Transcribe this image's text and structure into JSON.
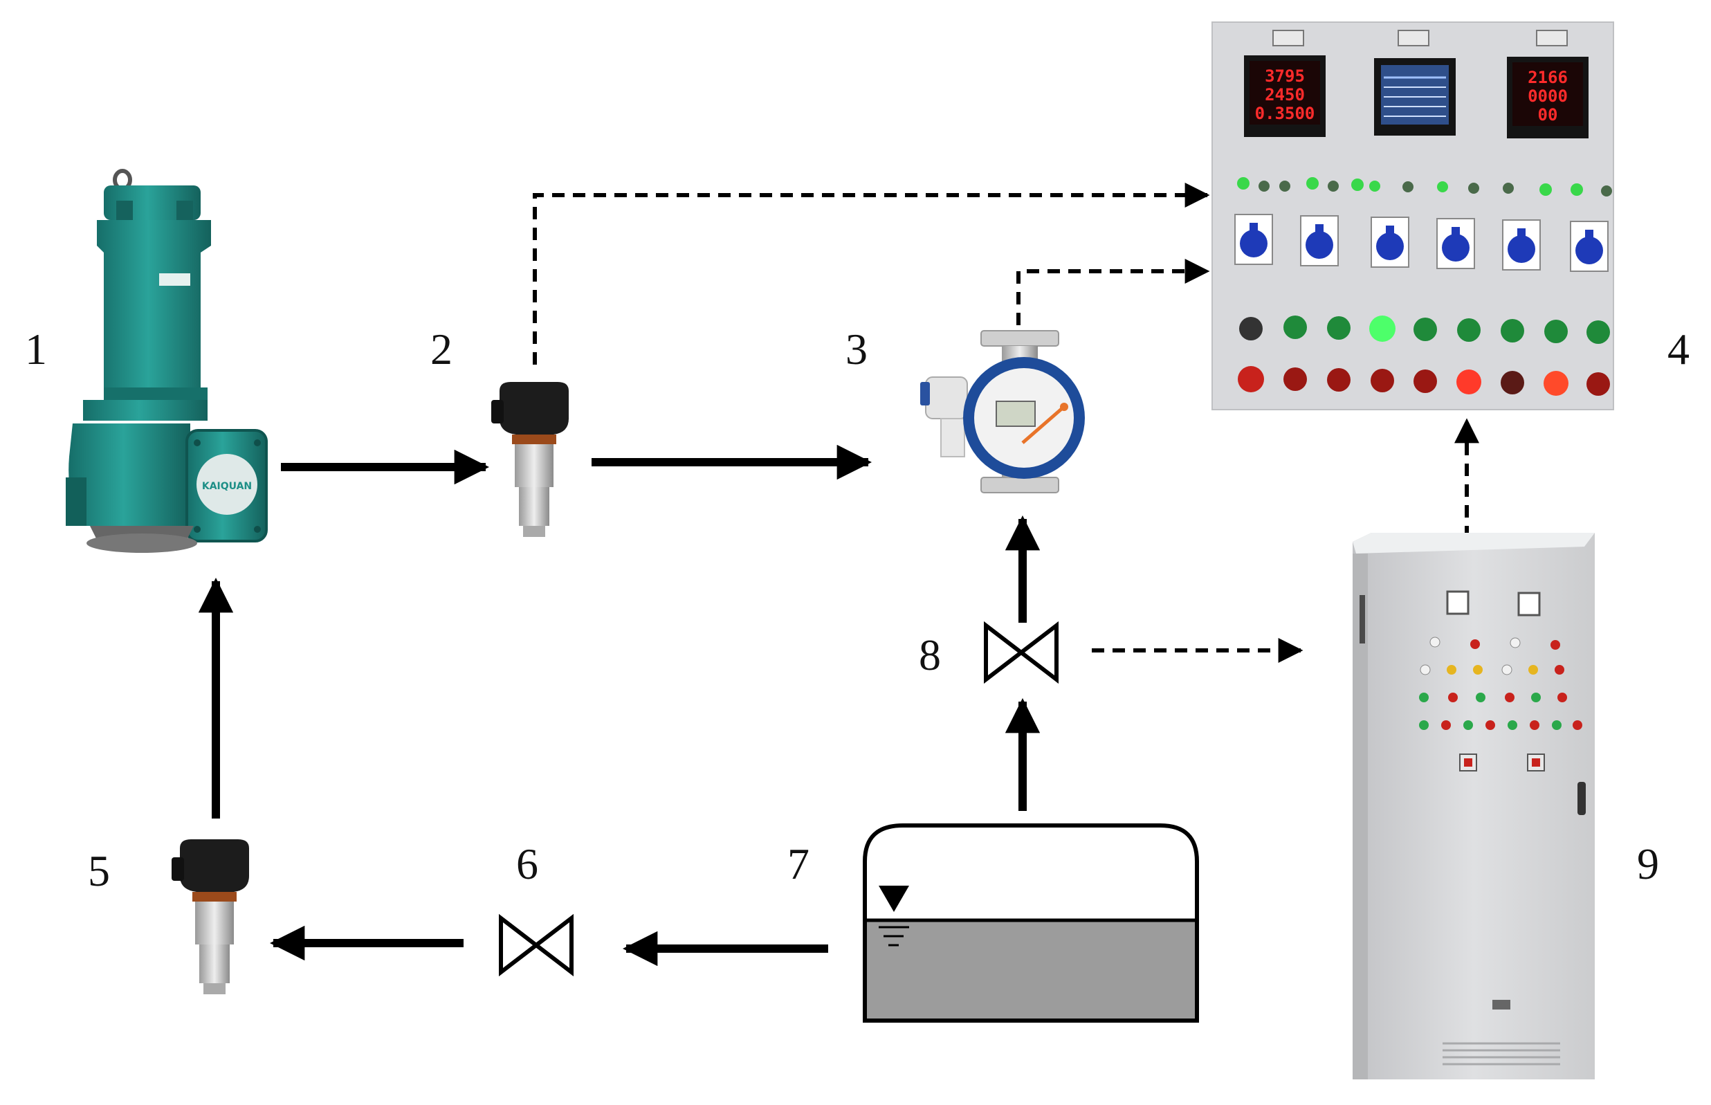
{
  "diagram": {
    "components": [
      {
        "id": "1",
        "label": "1",
        "kind": "submersible-pump"
      },
      {
        "id": "2",
        "label": "2",
        "kind": "pressure-transmitter"
      },
      {
        "id": "3",
        "label": "3",
        "kind": "metal-tube-flowmeter"
      },
      {
        "id": "4",
        "label": "4",
        "kind": "control-panel"
      },
      {
        "id": "5",
        "label": "5",
        "kind": "pressure-transmitter"
      },
      {
        "id": "6",
        "label": "6",
        "kind": "valve"
      },
      {
        "id": "7",
        "label": "7",
        "kind": "water-tank"
      },
      {
        "id": "8",
        "label": "8",
        "kind": "valve"
      },
      {
        "id": "9",
        "label": "9",
        "kind": "electrical-cabinet"
      }
    ],
    "connections": [
      {
        "from": "7",
        "to": "6",
        "type": "pipe-flow"
      },
      {
        "from": "6",
        "to": "5",
        "type": "pipe-flow"
      },
      {
        "from": "5",
        "to": "1",
        "type": "pipe-flow"
      },
      {
        "from": "1",
        "to": "2",
        "type": "pipe-flow"
      },
      {
        "from": "2",
        "to": "3",
        "type": "pipe-flow"
      },
      {
        "from": "7",
        "to": "8",
        "type": "pipe-flow"
      },
      {
        "from": "8",
        "to": "3",
        "type": "pipe-flow"
      },
      {
        "from": "2",
        "to": "4",
        "type": "signal"
      },
      {
        "from": "3",
        "to": "4",
        "type": "signal"
      },
      {
        "from": "8",
        "to": "9",
        "type": "signal"
      },
      {
        "from": "9",
        "to": "4",
        "type": "signal"
      }
    ],
    "panel_readouts": {
      "left": [
        "3795",
        "2450",
        "0.3500"
      ],
      "right": [
        "2166",
        "0000",
        "00"
      ]
    },
    "colors": {
      "pump": "#1e8f87",
      "line": "#000000",
      "panel_bg": "#d8d9dc",
      "cabinet": "#d7d8da",
      "tank_water": "#9c9c9c",
      "led_green": "#39d84a",
      "led_red": "#c8221c",
      "meter_blue": "#1e4c9a"
    }
  }
}
